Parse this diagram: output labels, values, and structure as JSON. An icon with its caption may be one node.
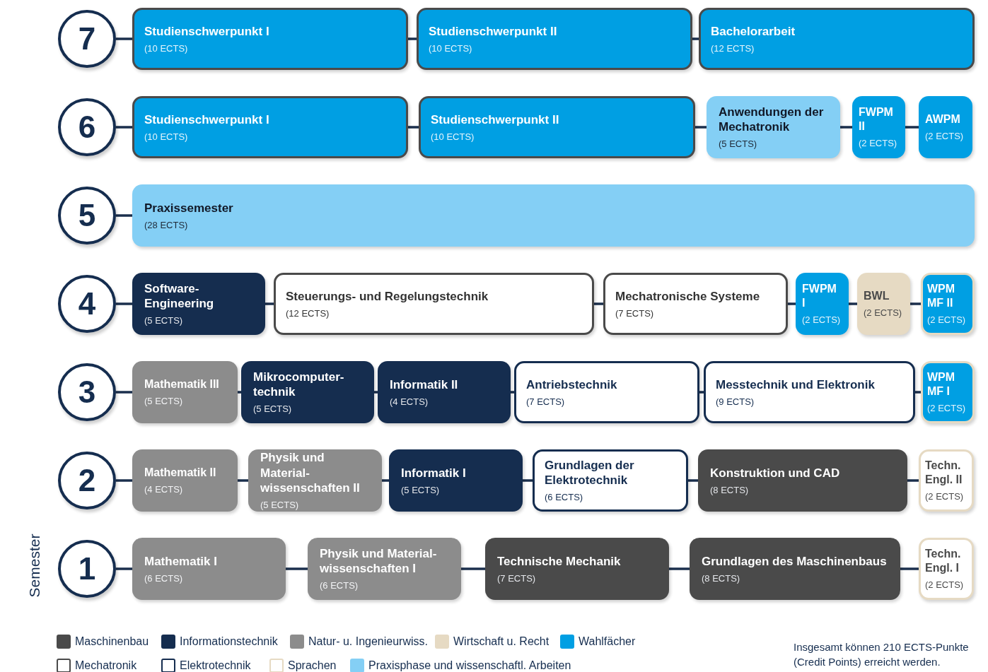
{
  "diagram": {
    "nodes": [
      {
        "text": [
          "7"
        ]
      },
      {
        "text": [
          "Studienschwerpunkt I",
          "(10 ECTS)"
        ]
      },
      {
        "text": [
          "Studienschwerpunkt II",
          "(10 ECTS)"
        ]
      },
      {
        "text": [
          "Bachelorarbeit",
          "(12 ECTS)"
        ]
      },
      {
        "text": [
          "6"
        ]
      },
      {
        "text": [
          "Studienschwerpunkt I",
          "(10 ECTS)"
        ]
      },
      {
        "text": [
          "Studienschwerpunkt II",
          "(10 ECTS)"
        ]
      },
      {
        "text": [
          "Anwendungen der Mechatronik",
          "(5 ECTS)"
        ]
      },
      {
        "text": [
          "FWPM II",
          "(2 ECTS)"
        ]
      },
      {
        "text": [
          "AWPM",
          "(2 ECTS)"
        ]
      },
      {
        "text": [
          "5"
        ]
      },
      {
        "text": [
          "Praxissemester",
          "(28 ECTS)"
        ]
      },
      {
        "text": [
          "4"
        ]
      },
      {
        "text": [
          "Software-Engineering",
          "(5 ECTS)"
        ]
      },
      {
        "text": [
          "Steuerungs- und Regelungstechnik",
          "(12 ECTS)"
        ]
      },
      {
        "text": [
          "Mechatronische Systeme",
          "(7 ECTS)"
        ]
      },
      {
        "text": [
          "FWPM I",
          "(2 ECTS)"
        ]
      },
      {
        "text": [
          "BWL",
          "(2 ECTS)"
        ]
      },
      {
        "text": [
          "WPM MF II",
          "(2 ECTS)"
        ]
      },
      {
        "text": [
          "3"
        ]
      },
      {
        "text": [
          "Mathematik III",
          "(5 ECTS)"
        ]
      },
      {
        "text": [
          "Mikrocomputer-technik",
          "(5 ECTS)"
        ]
      },
      {
        "text": [
          "Informatik II",
          "(4 ECTS)"
        ]
      },
      {
        "text": [
          "Antriebstechnik",
          "(7 ECTS)"
        ]
      },
      {
        "text": [
          "Messtechnik und Elektronik",
          "(9 ECTS)"
        ]
      },
      {
        "text": [
          "WPM MF I",
          "(2 ECTS)"
        ]
      },
      {
        "text": [
          "2"
        ]
      },
      {
        "text": [
          "Mathematik II",
          "(4 ECTS)"
        ]
      },
      {
        "text": [
          "Physik und Material-wissenschaften II",
          "(5 ECTS)"
        ]
      },
      {
        "text": [
          "Informatik I",
          "(5 ECTS)"
        ]
      },
      {
        "text": [
          "Grundlagen der Elektrotechnik",
          "(6 ECTS)"
        ]
      },
      {
        "text": [
          "Konstruktion und CAD",
          "(8 ECTS)"
        ]
      },
      {
        "text": [
          "Techn. Engl. II",
          "(2 ECTS)"
        ]
      },
      {
        "text": [
          "1"
        ]
      },
      {
        "text": [
          "Mathematik I",
          "(6 ECTS)"
        ]
      },
      {
        "text": [
          "Physik und Material-wissenschaften I",
          "(6 ECTS)"
        ]
      },
      {
        "text": [
          "Technische Mechanik",
          "(7 ECTS)"
        ]
      },
      {
        "text": [
          "Grundlagen des Maschinenbaus",
          "(8 ECTS)"
        ]
      },
      {
        "text": [
          "Techn. Engl. I",
          "(2 ECTS)"
        ]
      }
    ],
    "edges": [
      {
        "from": 0,
        "to": 1,
        "arrow": "none"
      },
      {
        "from": 1,
        "to": 2,
        "arrow": "none"
      },
      {
        "from": 2,
        "to": 3,
        "arrow": "none"
      },
      {
        "from": 4,
        "to": 5,
        "arrow": "none"
      },
      {
        "from": 5,
        "to": 6,
        "arrow": "none"
      },
      {
        "from": 6,
        "to": 7,
        "arrow": "none"
      },
      {
        "from": 7,
        "to": 8,
        "arrow": "none"
      },
      {
        "from": 8,
        "to": 9,
        "arrow": "none"
      },
      {
        "from": 10,
        "to": 11,
        "arrow": "none"
      },
      {
        "from": 12,
        "to": 13,
        "arrow": "none"
      },
      {
        "from": 13,
        "to": 14,
        "arrow": "none"
      },
      {
        "from": 14,
        "to": 15,
        "arrow": "none"
      },
      {
        "from": 15,
        "to": 16,
        "arrow": "none"
      },
      {
        "from": 16,
        "to": 17,
        "arrow": "none"
      },
      {
        "from": 17,
        "to": 18,
        "arrow": "none"
      },
      {
        "from": 19,
        "to": 20,
        "arrow": "none"
      },
      {
        "from": 20,
        "to": 21,
        "arrow": "none"
      },
      {
        "from": 21,
        "to": 22,
        "arrow": "none"
      },
      {
        "from": 22,
        "to": 23,
        "arrow": "none"
      },
      {
        "from": 23,
        "to": 24,
        "arrow": "none"
      },
      {
        "from": 24,
        "to": 25,
        "arrow": "none"
      },
      {
        "from": 26,
        "to": 27,
        "arrow": "none"
      },
      {
        "from": 27,
        "to": 28,
        "arrow": "none"
      },
      {
        "from": 28,
        "to": 29,
        "arrow": "none"
      },
      {
        "from": 29,
        "to": 30,
        "arrow": "none"
      },
      {
        "from": 30,
        "to": 31,
        "arrow": "none"
      },
      {
        "from": 31,
        "to": 32,
        "arrow": "none"
      },
      {
        "from": 33,
        "to": 34,
        "arrow": "none"
      },
      {
        "from": 34,
        "to": 35,
        "arrow": "none"
      },
      {
        "from": 35,
        "to": 36,
        "arrow": "none"
      },
      {
        "from": 36,
        "to": 37,
        "arrow": "none"
      },
      {
        "from": 37,
        "to": 38,
        "arrow": "none"
      }
    ],
    "labels": [
      "Semester",
      "Insgesamt können 210 ECTS-Punkte (Credit Points) erreicht werden."
    ],
    "legend": [
      {
        "text": "Maschinenbau",
        "color": "#4a4a4a"
      },
      {
        "text": "Informationstechnik",
        "color": "#152d4f"
      },
      {
        "text": "Natur- u. Ingenieurwiss.",
        "color": "#8c8c8c"
      },
      {
        "text": "Wirtschaft u. Recht",
        "color": "#e6dac3"
      },
      {
        "text": "Wahlfächer",
        "color": "#009fe3"
      },
      {
        "text": "Mechatronik"
      },
      {
        "text": "Elektrotechnik"
      },
      {
        "text": "Sprachen"
      },
      {
        "text": "Praxisphase und wissenschaftl. Arbeiten",
        "color": "#84cff5"
      }
    ]
  }
}
